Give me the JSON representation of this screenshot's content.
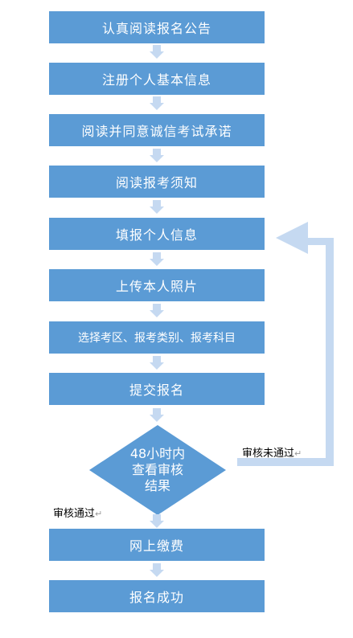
{
  "flow": {
    "steps": [
      "认真阅读报名公告",
      "注册个人基本信息",
      "阅读并同意诚信考试承诺",
      "阅读报考须知",
      "填报个人信息",
      "上传本人照片",
      "选择考区、报考类别、报考科目",
      "提交报名"
    ],
    "decision": [
      "48小时内",
      "查看审核",
      "结果"
    ],
    "after_steps": [
      "网上缴费",
      "报名成功"
    ],
    "pass_label": "审核通过",
    "fail_label": "审核未通过"
  },
  "colors": {
    "box": "#5b9bd5",
    "arrow": "#c5d9f1",
    "loop": "#c5d9f1",
    "text": "#ffffff"
  }
}
